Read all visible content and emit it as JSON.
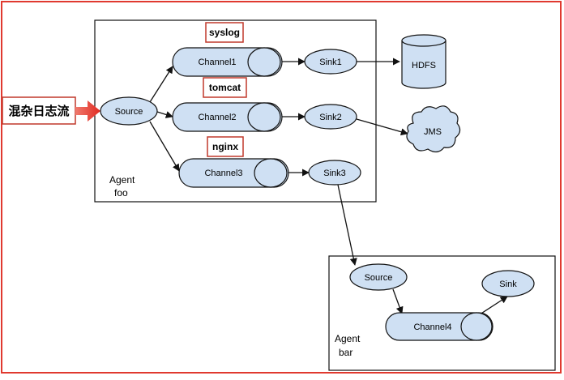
{
  "input_label": "混杂日志流",
  "agent_foo": {
    "label_line1": "Agent",
    "label_line2": "foo",
    "source": "Source",
    "channels": [
      {
        "name": "Channel1",
        "tag": "syslog",
        "sink": "Sink1"
      },
      {
        "name": "Channel2",
        "tag": "tomcat",
        "sink": "Sink2"
      },
      {
        "name": "Channel3",
        "tag": "nginx",
        "sink": "Sink3"
      }
    ]
  },
  "destinations": {
    "hdfs": "HDFS",
    "jms": "JMS"
  },
  "agent_bar": {
    "label_line1": "Agent",
    "label_line2": "bar",
    "source": "Source",
    "channel": "Channel4",
    "sink": "Sink"
  },
  "colors": {
    "node_fill": "#cfe0f3",
    "tag_border": "#c0392b",
    "outer_border": "#e0392f",
    "arrow_red": "#e8312a"
  }
}
